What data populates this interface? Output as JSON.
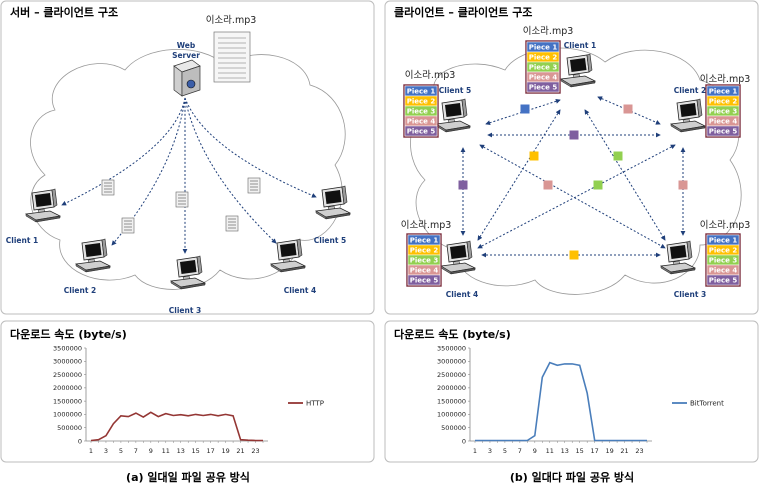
{
  "left_panel": {
    "title": "서버 – 클라이언트 구조",
    "server_label": [
      "Web",
      "Server"
    ],
    "file_label": "이소라.mp3",
    "clients": [
      "Client 1",
      "Client 2",
      "Client 3",
      "Client 4",
      "Client 5"
    ]
  },
  "right_panel": {
    "title": "클라이언트 – 클라이언트 구조",
    "file_label": "이소라.mp3",
    "clients": [
      "Client 1",
      "Client 2",
      "Client 3",
      "Client 4",
      "Client 5"
    ],
    "pieces": [
      "Piece 1",
      "Piece 2",
      "Piece 3",
      "Piece 4",
      "Piece 5"
    ],
    "piece_colors": [
      "#4472c4",
      "#ffc000",
      "#92d050",
      "#d99694",
      "#7f5f9f"
    ]
  },
  "captions": {
    "left": "(a) 일대일 파일 공유 방식",
    "right": "(b) 일대다 파일 공유 방식"
  },
  "chart_data": [
    {
      "type": "line",
      "title": "다운로드 속도 (byte/s)",
      "x": [
        1,
        2,
        3,
        4,
        5,
        6,
        7,
        8,
        9,
        10,
        11,
        12,
        13,
        14,
        15,
        16,
        17,
        18,
        19,
        20,
        21,
        22,
        23,
        24
      ],
      "xticks": [
        "1",
        "3",
        "5",
        "7",
        "9",
        "11",
        "13",
        "15",
        "17",
        "19",
        "21",
        "23"
      ],
      "yticks": [
        "0",
        "500000",
        "1000000",
        "1500000",
        "2000000",
        "2500000",
        "3000000",
        "3500000"
      ],
      "ylim": [
        0,
        3500000
      ],
      "series": [
        {
          "name": "HTTP",
          "color": "#943634",
          "values": [
            20000,
            50000,
            200000,
            650000,
            950000,
            920000,
            1050000,
            900000,
            1080000,
            920000,
            1030000,
            960000,
            990000,
            950000,
            1000000,
            960000,
            1000000,
            950000,
            1000000,
            950000,
            50000,
            30000,
            20000,
            20000
          ]
        }
      ]
    },
    {
      "type": "line",
      "title": "다운로드 속도 (byte/s)",
      "x": [
        1,
        2,
        3,
        4,
        5,
        6,
        7,
        8,
        9,
        10,
        11,
        12,
        13,
        14,
        15,
        16,
        17,
        18,
        19,
        20,
        21,
        22,
        23,
        24
      ],
      "xticks": [
        "1",
        "3",
        "5",
        "7",
        "9",
        "11",
        "13",
        "15",
        "17",
        "19",
        "21",
        "23"
      ],
      "yticks": [
        "0",
        "500000",
        "1000000",
        "1500000",
        "2000000",
        "2500000",
        "3000000",
        "3500000"
      ],
      "ylim": [
        0,
        3500000
      ],
      "series": [
        {
          "name": "BitTorrent",
          "color": "#4a7ebb",
          "values": [
            20000,
            20000,
            20000,
            20000,
            20000,
            20000,
            20000,
            20000,
            200000,
            2400000,
            2950000,
            2850000,
            2900000,
            2900000,
            2850000,
            1800000,
            20000,
            20000,
            20000,
            20000,
            20000,
            20000,
            20000,
            20000
          ]
        }
      ]
    }
  ]
}
